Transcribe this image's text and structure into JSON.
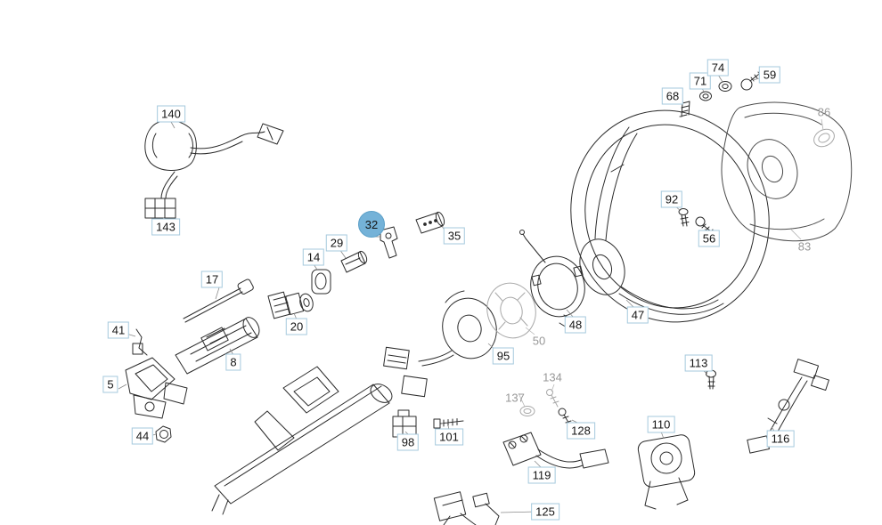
{
  "diagram": {
    "selected_part": "32",
    "colors": {
      "highlight": "#74b2d8",
      "callout_border": "#a5c9dd",
      "line_black": "#2b2b2b",
      "line_gray": "#a8a8a8"
    },
    "parts": {
      "p5": {
        "label": "5"
      },
      "p8": {
        "label": "8"
      },
      "p14": {
        "label": "14"
      },
      "p17": {
        "label": "17"
      },
      "p20": {
        "label": "20"
      },
      "p29": {
        "label": "29"
      },
      "p32": {
        "label": "32",
        "selected": true
      },
      "p35": {
        "label": "35"
      },
      "p41": {
        "label": "41"
      },
      "p44": {
        "label": "44"
      },
      "p47": {
        "label": "47"
      },
      "p48": {
        "label": "48"
      },
      "p50": {
        "label": "50",
        "muted": true
      },
      "p56": {
        "label": "56"
      },
      "p59": {
        "label": "59"
      },
      "p68": {
        "label": "68"
      },
      "p71": {
        "label": "71"
      },
      "p74": {
        "label": "74"
      },
      "p83": {
        "label": "83",
        "muted": true
      },
      "p86": {
        "label": "86",
        "muted": true
      },
      "p92": {
        "label": "92"
      },
      "p95": {
        "label": "95"
      },
      "p98": {
        "label": "98"
      },
      "p101": {
        "label": "101"
      },
      "p110": {
        "label": "110"
      },
      "p113": {
        "label": "113"
      },
      "p116": {
        "label": "116"
      },
      "p119": {
        "label": "119"
      },
      "p125": {
        "label": "125"
      },
      "p128": {
        "label": "128"
      },
      "p134": {
        "label": "134",
        "muted": true
      },
      "p137": {
        "label": "137",
        "muted": true
      },
      "p140": {
        "label": "140"
      },
      "p143": {
        "label": "143"
      }
    }
  }
}
